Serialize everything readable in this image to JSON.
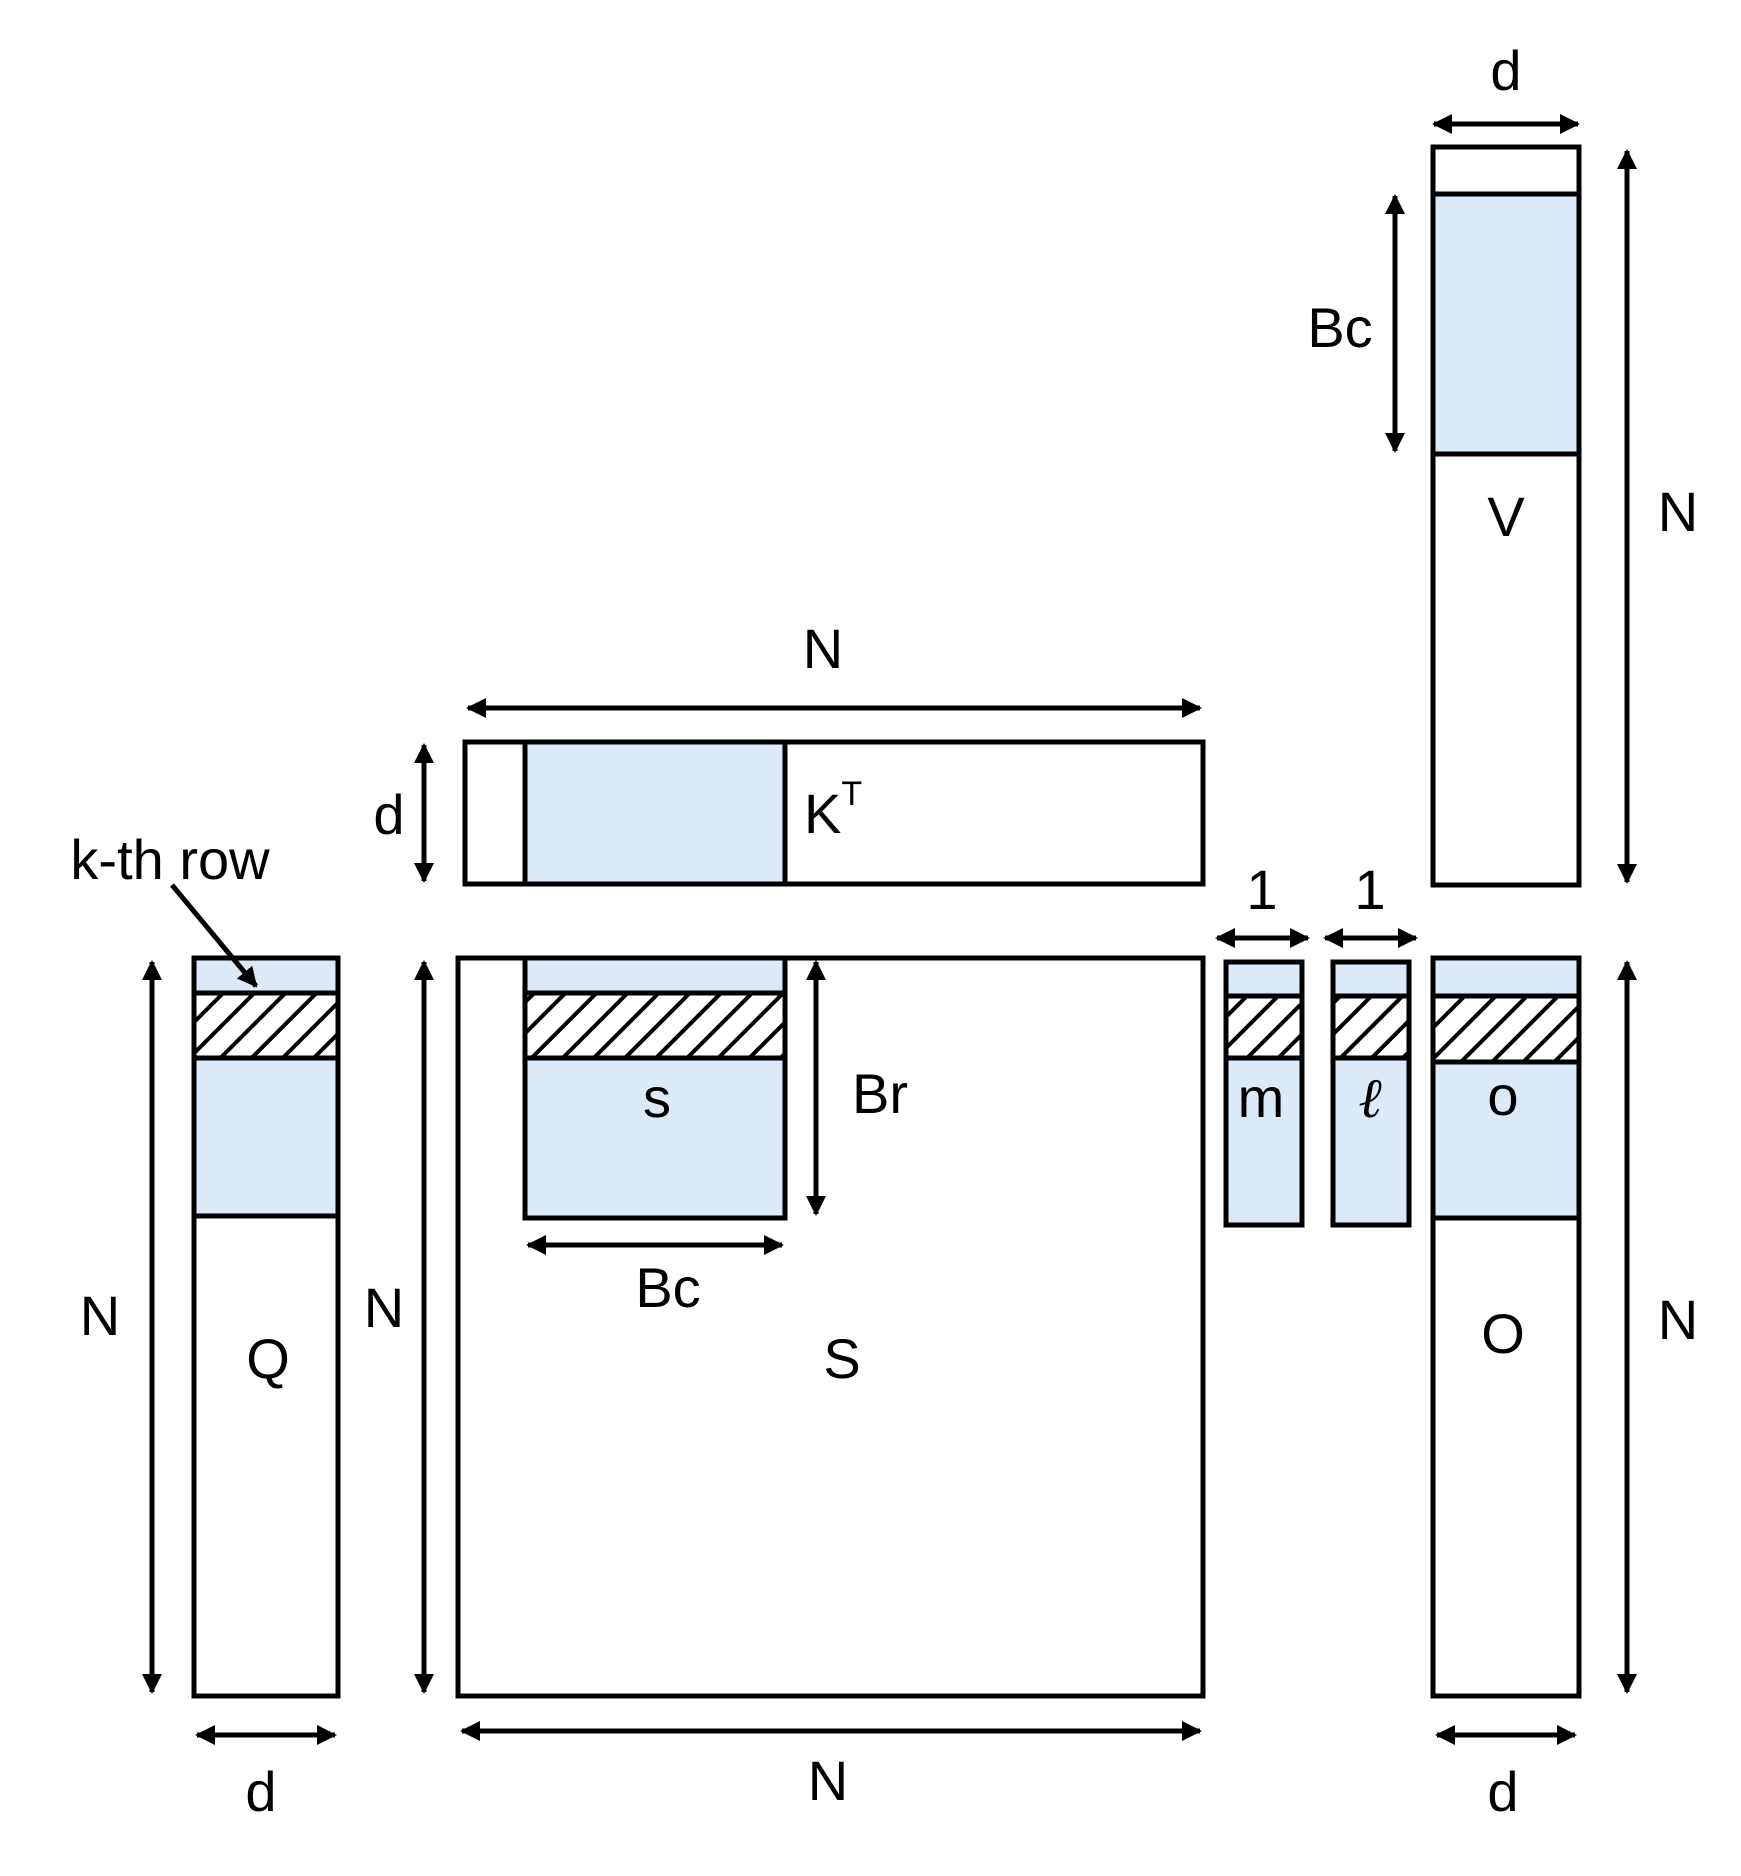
{
  "labels": {
    "q_matrix": "Q",
    "s_matrix": "S",
    "s_block": "s",
    "kt_matrix": "K",
    "kt_superscript": "T",
    "v_matrix": "V",
    "o_matrix": "O",
    "o_block": "o",
    "m_vector": "m",
    "l_vector": "ℓ",
    "k_th_row": "k-th row"
  },
  "dimensions": {
    "v_width": "d",
    "v_height": "N",
    "v_block": "Bc",
    "kt_width": "N",
    "kt_height": "d",
    "m_width": "1",
    "l_width": "1",
    "q_height": "N",
    "q_width": "d",
    "s_height": "N",
    "s_width": "N",
    "s_block_height": "Br",
    "s_block_width": "Bc",
    "o_height": "N",
    "o_width": "d"
  },
  "colors": {
    "block_fill": "#dce9f6",
    "stroke": "#000000"
  }
}
